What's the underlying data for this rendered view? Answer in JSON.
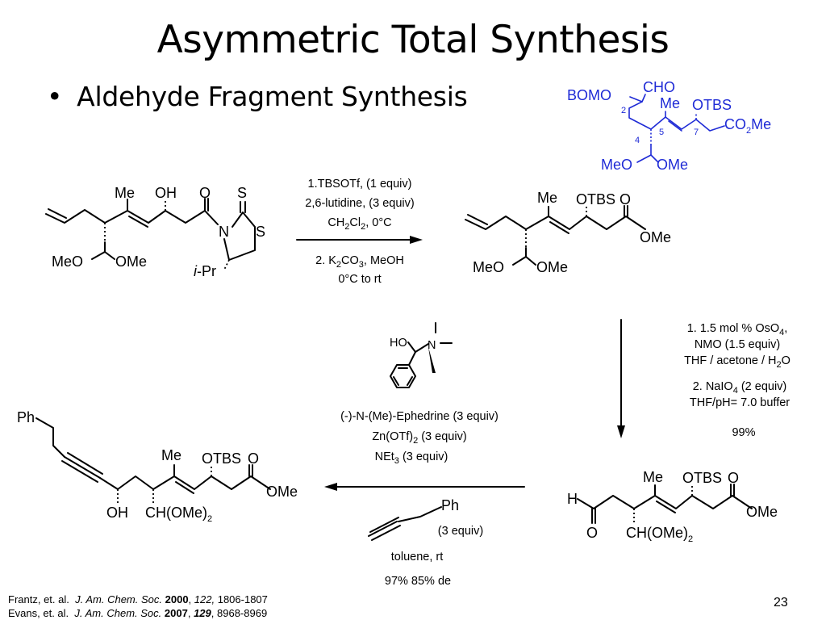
{
  "slide": {
    "title": "Asymmetric Total Synthesis",
    "bullet": "Aldehyde Fragment Synthesis",
    "page_number": "23"
  },
  "target": {
    "labels": [
      "BOMO",
      "CHO",
      "Me",
      "OTBS",
      "CO2Me",
      "MeO",
      "OMe"
    ],
    "numbers": [
      "2",
      "4",
      "5",
      "7"
    ],
    "color": "#1f2bd6"
  },
  "scheme": {
    "step1_conditions": [
      "1.TBSOTf, (1 equiv)",
      "2,6-lutidine, (3 equiv)",
      "CH2Cl2, 0°C",
      "2. K2CO3, MeOH",
      "0°C to rt"
    ],
    "step2_conditions": [
      "1. 1.5 mol % OsO4,",
      "NMO (1.5 equiv)",
      "THF / acetone / H2O",
      "2. NaIO4 (2 equiv)",
      "THF/pH= 7.0 buffer",
      "99%"
    ],
    "step3_conditions": [
      "(-)-N-(Me)-Ephedrine (3 equiv)",
      "Zn(OTf)2 (3 equiv)",
      "NEt3 (3 equiv)",
      "(3 equiv)",
      "toluene, rt",
      "97% 85% de"
    ],
    "atom_labels": {
      "Me": "Me",
      "OH": "OH",
      "O": "O",
      "S": "S",
      "N": "N",
      "iPr": "-Pr",
      "i": "i",
      "MeO": "MeO",
      "OMe": "OMe",
      "OTBS": "OTBS",
      "H": "H",
      "CH_OMe2": "CH(OMe)",
      "sub2": "2",
      "Ph": "Ph",
      "HO": "HO"
    }
  },
  "references": [
    {
      "authors": "Frantz, et. al.",
      "journal": "J. Am. Chem. Soc.",
      "year": "2000",
      "volume": "122,",
      "pages": "1806-1807"
    },
    {
      "authors": "Evans, et. al.",
      "journal": "J. Am. Chem. Soc.",
      "year": "2007",
      "volume": "129",
      "pages": "8968-8969"
    }
  ]
}
